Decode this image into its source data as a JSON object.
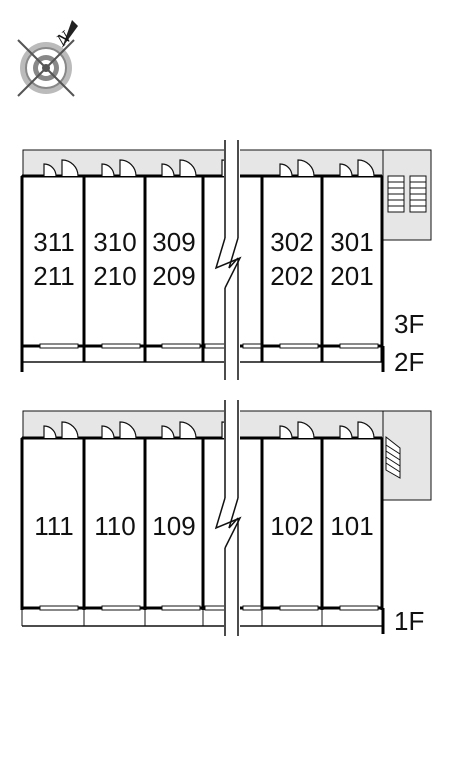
{
  "compass": {
    "north_label": "N",
    "icon": "compass-rose-icon"
  },
  "colors": {
    "walkway": "#e6e6e6",
    "line": "#111111",
    "wall": "#000000"
  },
  "floors": [
    {
      "id": "upper",
      "floor_labels": [
        "3F",
        "2F"
      ],
      "units": [
        {
          "upper": "311",
          "lower": "211"
        },
        {
          "upper": "310",
          "lower": "210"
        },
        {
          "upper": "309",
          "lower": "209"
        },
        {
          "upper": "",
          "lower": ""
        },
        {
          "upper": "302",
          "lower": "202"
        },
        {
          "upper": "301",
          "lower": "201"
        }
      ],
      "stairs": "stairs-icon"
    },
    {
      "id": "ground",
      "floor_labels": [
        "1F"
      ],
      "units": [
        {
          "upper": "111",
          "lower": ""
        },
        {
          "upper": "110",
          "lower": ""
        },
        {
          "upper": "109",
          "lower": ""
        },
        {
          "upper": "",
          "lower": ""
        },
        {
          "upper": "102",
          "lower": ""
        },
        {
          "upper": "101",
          "lower": ""
        }
      ],
      "stairs": "stairs-icon"
    }
  ]
}
